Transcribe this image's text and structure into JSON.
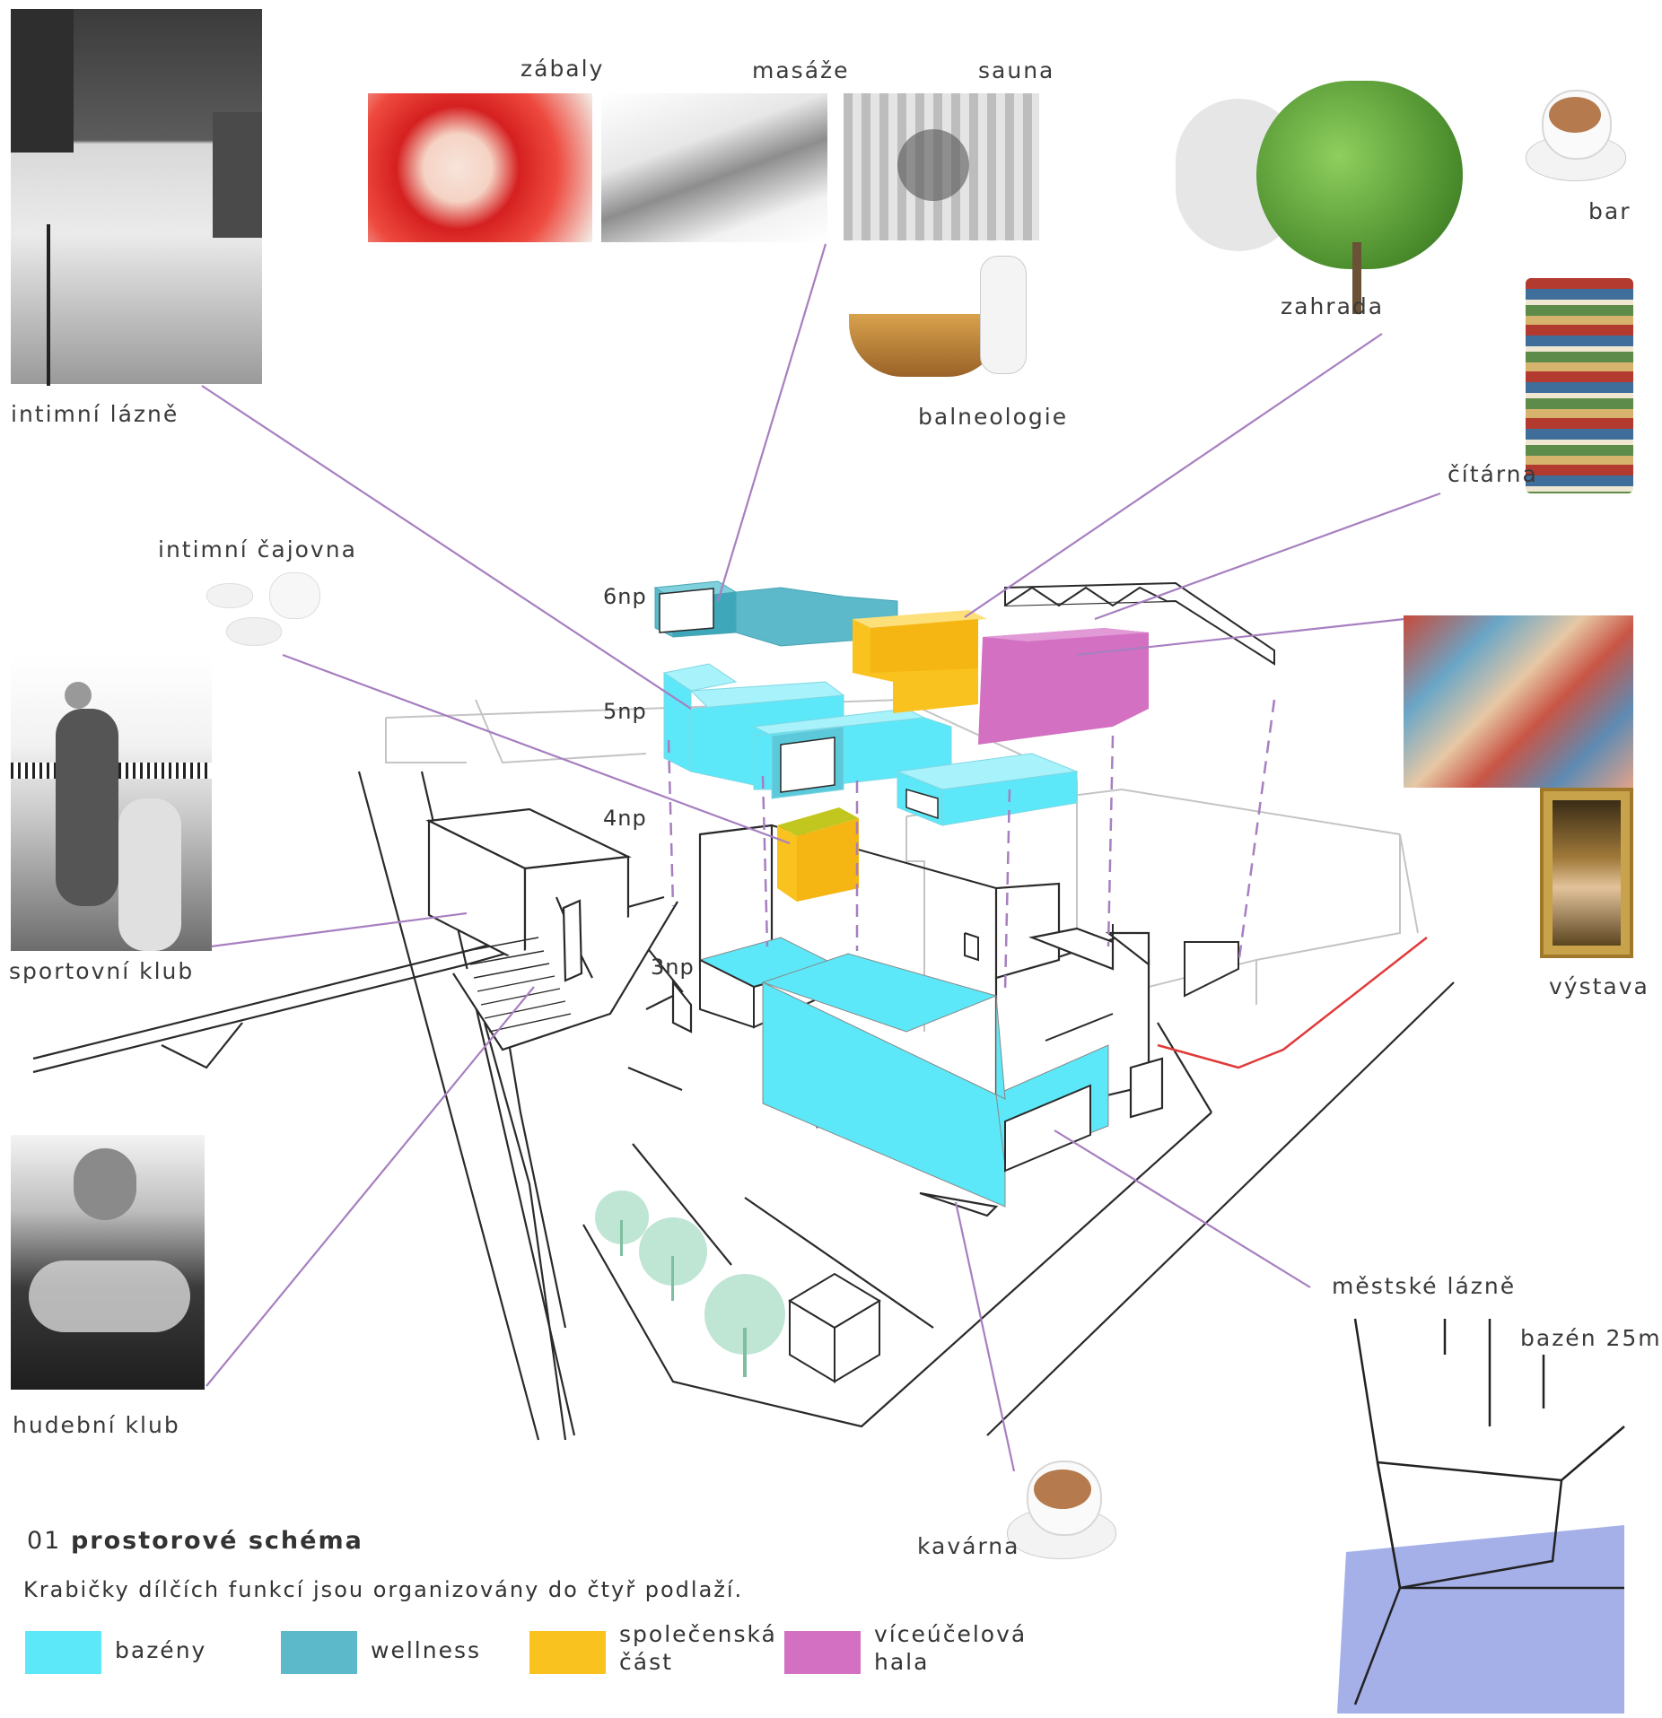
{
  "labels": {
    "zabaly": "zábaly",
    "masaze": "masáže",
    "sauna": "sauna",
    "balneologie": "balneologie",
    "intimni_lazne": "intimní lázně",
    "zahrada": "zahrada",
    "bar": "bar",
    "citarna": "čítárna",
    "intimni_cajovna": "intimní čajovna",
    "sportovni_klub": "sportovní klub",
    "vystava": "výstava",
    "hudebni_klub": "hudební klub",
    "mestske_lazne": "městské lázně",
    "bazen_25m": "bazén 25m",
    "kavarna": "kavárna"
  },
  "floors": {
    "f6": "6np",
    "f5": "5np",
    "f4": "4np",
    "f3": "3np"
  },
  "caption": {
    "number": "01",
    "title": "prostorové schéma",
    "text": "Krabičky dílčích funkcí jsou organizovány do čtyř podlaží."
  },
  "legend": [
    {
      "label_line1": "bazény",
      "label_line2": "",
      "color": "#5ce8f8"
    },
    {
      "label_line1": "wellness",
      "label_line2": "",
      "color": "#5bb9c9"
    },
    {
      "label_line1": "společenská",
      "label_line2": "část",
      "color": "#fac21f"
    },
    {
      "label_line1": "víceúčelová",
      "label_line2": "hala",
      "color": "#d370c2"
    }
  ],
  "colors": {
    "leader": "#a77fc0",
    "outline": "#222222",
    "ghost": "#bbbbbb",
    "red_line": "#e03a3a",
    "tree": "#a9dcc5"
  }
}
